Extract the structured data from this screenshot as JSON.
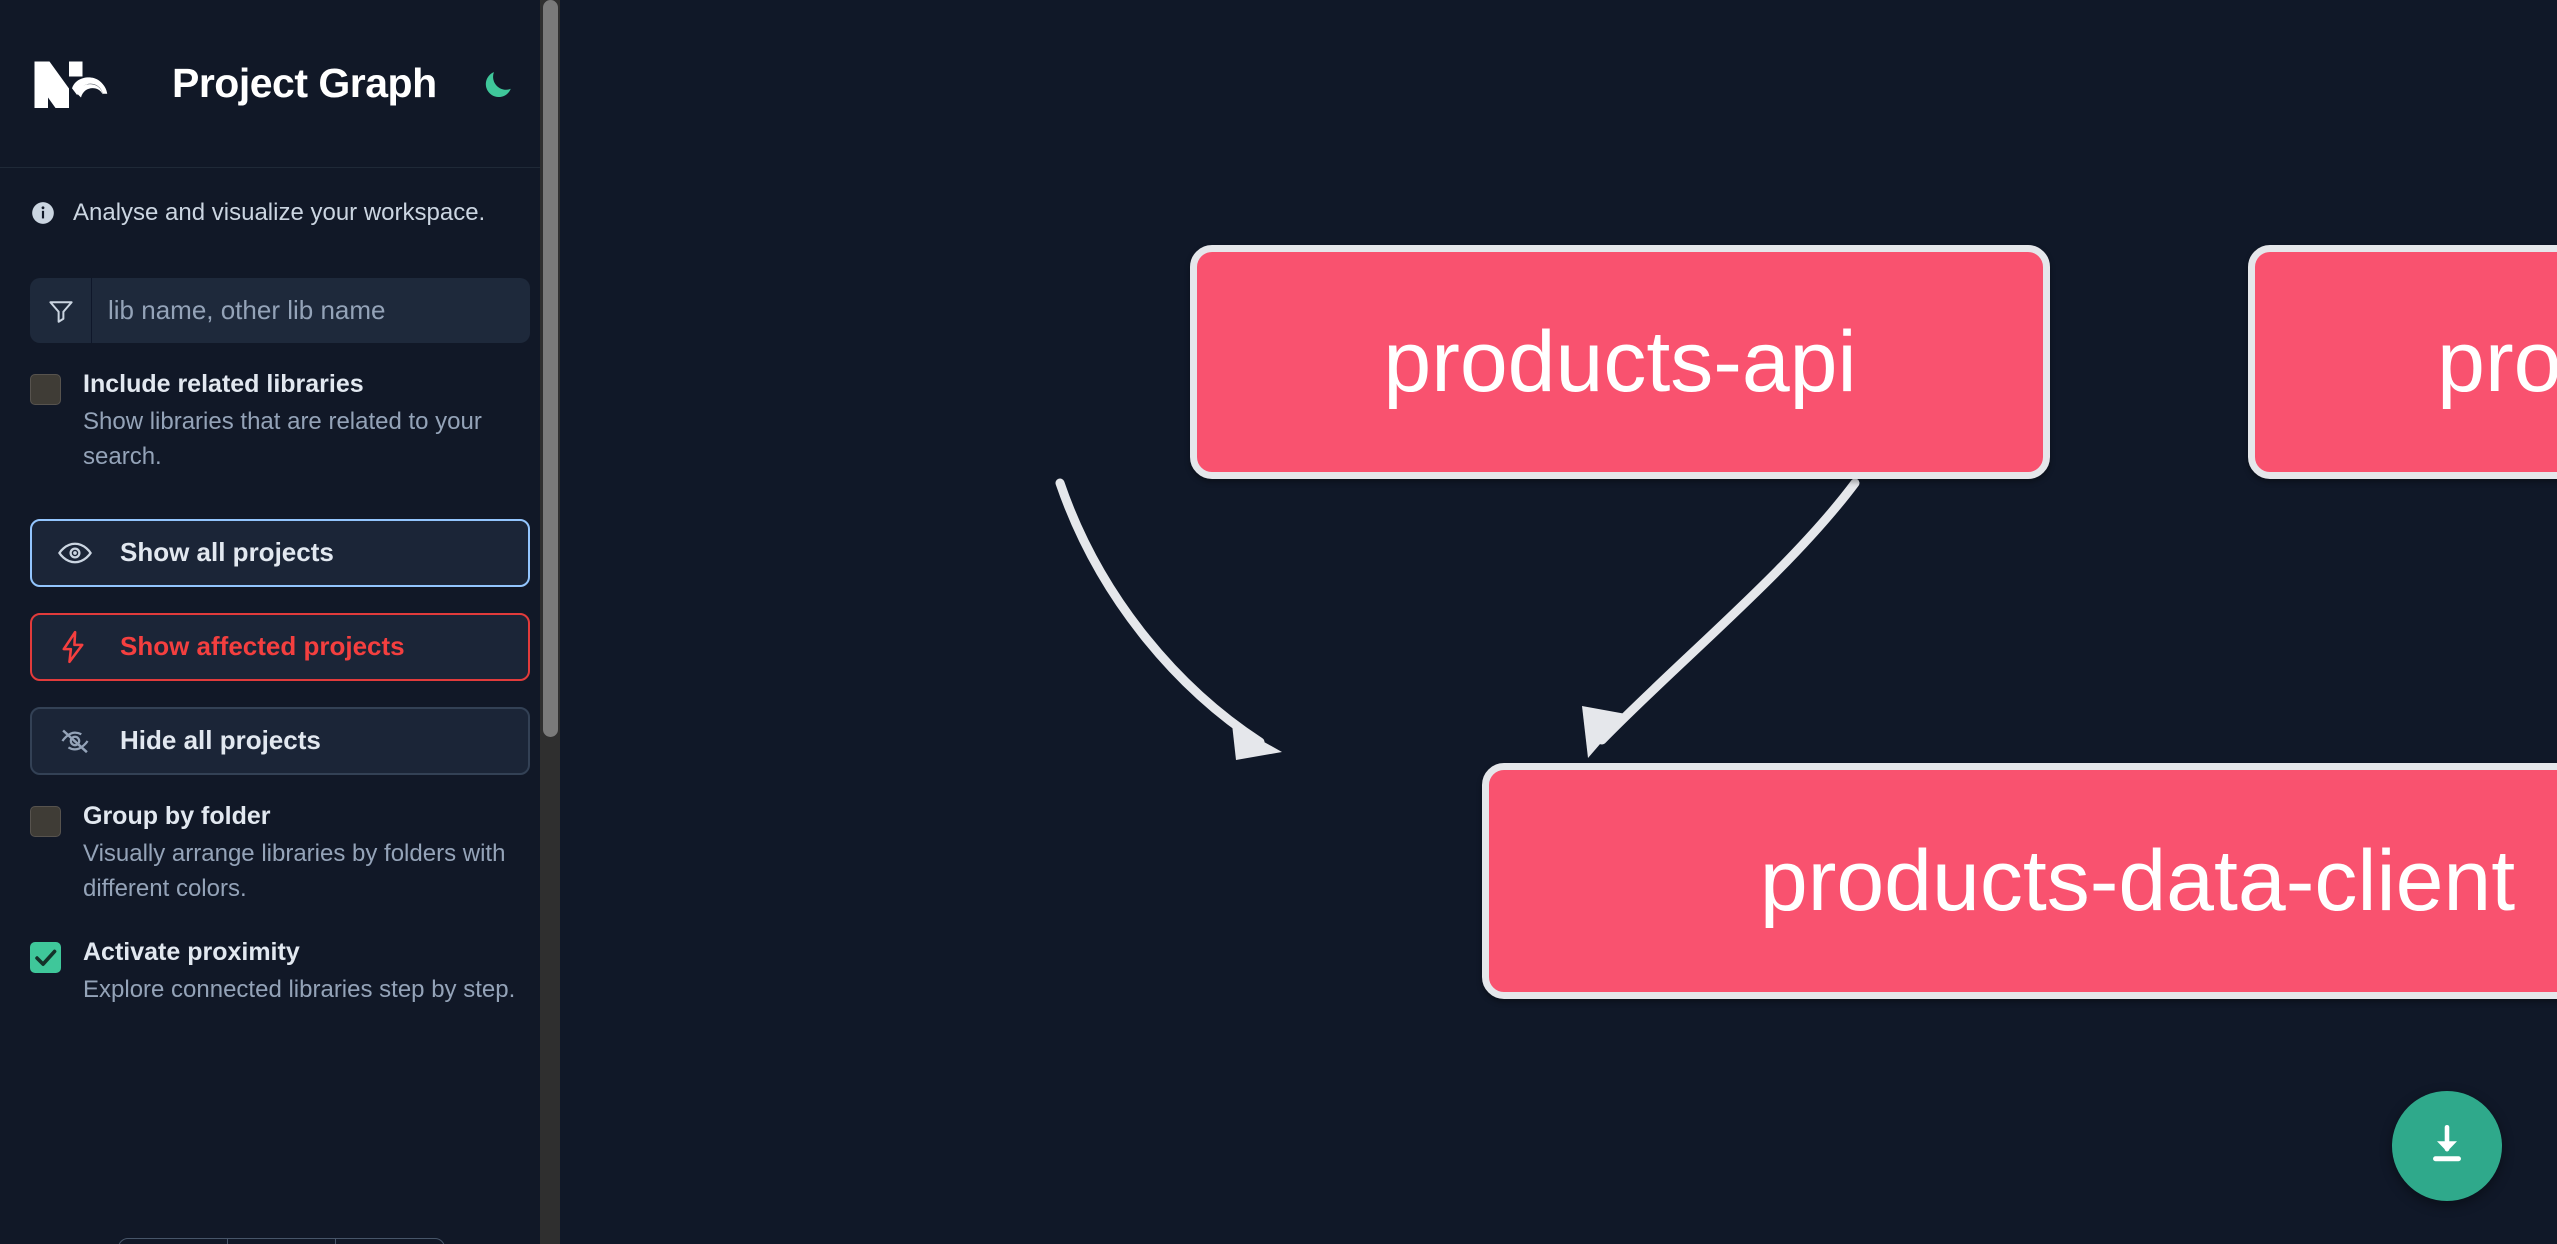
{
  "app": {
    "title": "Project Graph",
    "logo_icon": "nx-logo",
    "theme_toggle_icon": "moon-icon",
    "tagline": "Analyse and visualize your workspace.",
    "tagline_icon": "info-icon"
  },
  "search": {
    "icon": "filter-funnel-icon",
    "value": "",
    "placeholder": "lib name, other lib name"
  },
  "options": [
    {
      "name": "include-related-libraries",
      "label": "Include related libraries",
      "description": "Show libraries that are related to your search.",
      "checked": false
    },
    {
      "name": "group-by-folder",
      "label": "Group by folder",
      "description": "Visually arrange libraries by folders with different colors.",
      "checked": false
    },
    {
      "name": "activate-proximity",
      "label": "Activate proximity",
      "description": "Explore connected libraries step by step.",
      "checked": true
    }
  ],
  "buttons": [
    {
      "name": "show-all-projects",
      "label": "Show all projects",
      "icon": "eye-icon",
      "style": "primary"
    },
    {
      "name": "show-affected-projects",
      "label": "Show affected projects",
      "icon": "lightning-icon",
      "style": "danger"
    },
    {
      "name": "hide-all-projects",
      "label": "Hide all projects",
      "icon": "eye-slash-icon",
      "style": "muted"
    }
  ],
  "graph": {
    "nodes": [
      {
        "id": "products-api",
        "label": "products-api"
      },
      {
        "id": "products-cli",
        "label": "products-cli"
      },
      {
        "id": "products-data-client",
        "label": "products-data-client"
      }
    ],
    "edges": [
      {
        "from": "products-api",
        "to": "products-data-client"
      },
      {
        "from": "products-cli",
        "to": "products-data-client"
      }
    ],
    "download_button_icon": "download-icon"
  },
  "colors": {
    "node_fill": "#F9526F",
    "node_border": "#E5E7EB",
    "accent_green": "#3FC79A",
    "danger_red": "#F43F3F",
    "primary_blue": "#93C5FD",
    "background": "#0F172A",
    "sidebar": "#111827",
    "download_button": "#2FA98B"
  }
}
